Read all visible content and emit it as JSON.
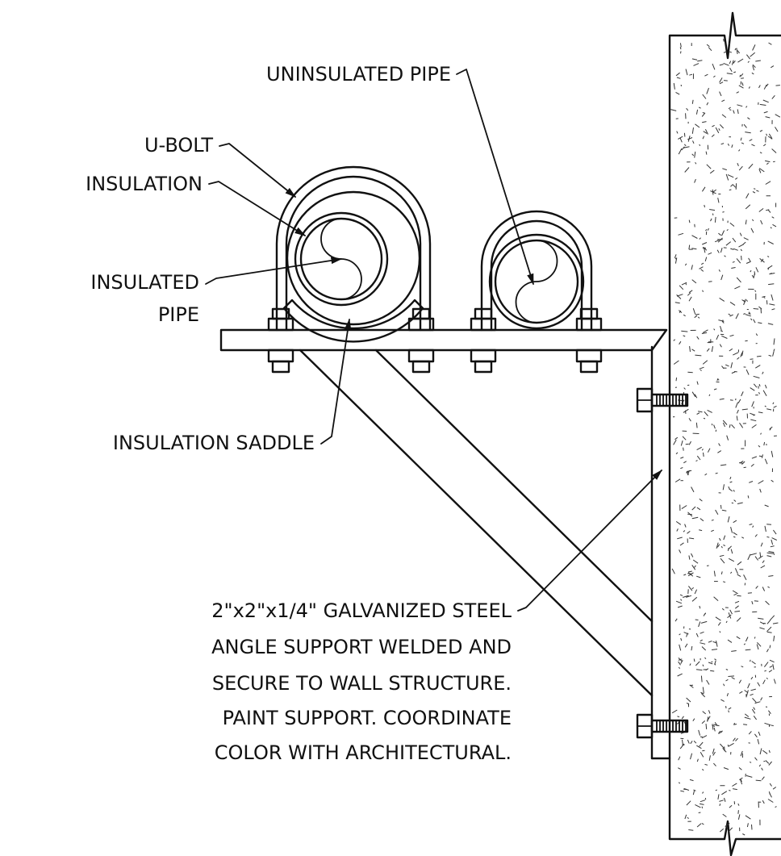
{
  "colors": {
    "line": "#111111",
    "background": "#ffffff",
    "speckle": "#333333"
  },
  "labels": {
    "uninsulated_pipe": "UNINSULATED PIPE",
    "u_bolt": "U-BOLT",
    "insulation": "INSULATION",
    "insulated_pipe_1": "INSULATED",
    "insulated_pipe_2": "PIPE",
    "insulation_saddle": "INSULATION SADDLE",
    "note": [
      "2\"x2\"x1/4\" GALVANIZED STEEL",
      "ANGLE SUPPORT WELDED AND",
      "SECURE TO WALL STRUCTURE.",
      "PAINT SUPPORT. COORDINATE",
      "COLOR WITH ARCHITECTURAL."
    ]
  }
}
